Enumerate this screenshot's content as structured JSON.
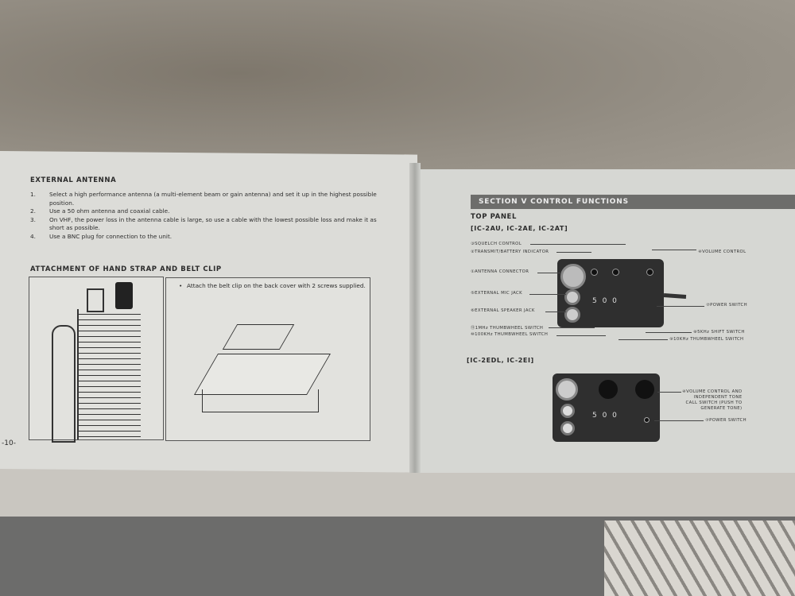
{
  "left_page": {
    "heading_antenna": "EXTERNAL ANTENNA",
    "antenna_steps": [
      {
        "num": "1.",
        "text": "Select a high performance antenna (a multi-element beam or gain antenna) and set it up in the highest possible position."
      },
      {
        "num": "2.",
        "text": "Use a 50 ohm antenna and coaxial cable."
      },
      {
        "num": "3.",
        "text": "On VHF, the power loss in the antenna cable is large, so use a cable with the lowest possible loss and make it as short as possible."
      },
      {
        "num": "4.",
        "text": "Use a BNC plug for connection to the unit."
      }
    ],
    "heading_strap": "ATTACHMENT OF HAND STRAP AND BELT CLIP",
    "belt_clip_note": "Attach the belt clip on the back cover with 2 screws supplied.",
    "page_number": "-10-"
  },
  "right_page": {
    "section_title": "SECTION V  CONTROL FUNCTIONS",
    "top_panel_heading": "TOP PANEL",
    "models_1": "[IC-2AU, IC-2AE, IC-2AT]",
    "models_2": "[IC-2EDL, IC-2EI]",
    "thumbwheel_display": "5 0 0",
    "labels_1": {
      "squelch": "③SQUELCH CONTROL",
      "transmit": "②TRANSMIT/BATTERY INDICATOR",
      "antenna": "①ANTENNA CONNECTOR",
      "mic": "⑤EXTERNAL MIC JACK",
      "speaker": "⑥EXTERNAL SPEAKER JACK",
      "mhz": "⑪1MHz THUMBWHEEL SWITCH",
      "khz100": "⑩100KHz THUMBWHEEL SWITCH",
      "volume": "④VOLUME CONTROL",
      "power": "⑦POWER SWITCH",
      "shift": "⑧5KHz SHIFT SWITCH",
      "khz10": "⑨10KHz THUMBWHEEL SWITCH"
    },
    "labels_2": {
      "volume_tone_1": "④VOLUME CONTROL AND",
      "volume_tone_2": "INDEPENDENT TONE",
      "volume_tone_3": "CALL SWITCH (PUSH TO",
      "volume_tone_4": "GENERATE TONE)",
      "power": "⑦POWER SWITCH"
    }
  }
}
